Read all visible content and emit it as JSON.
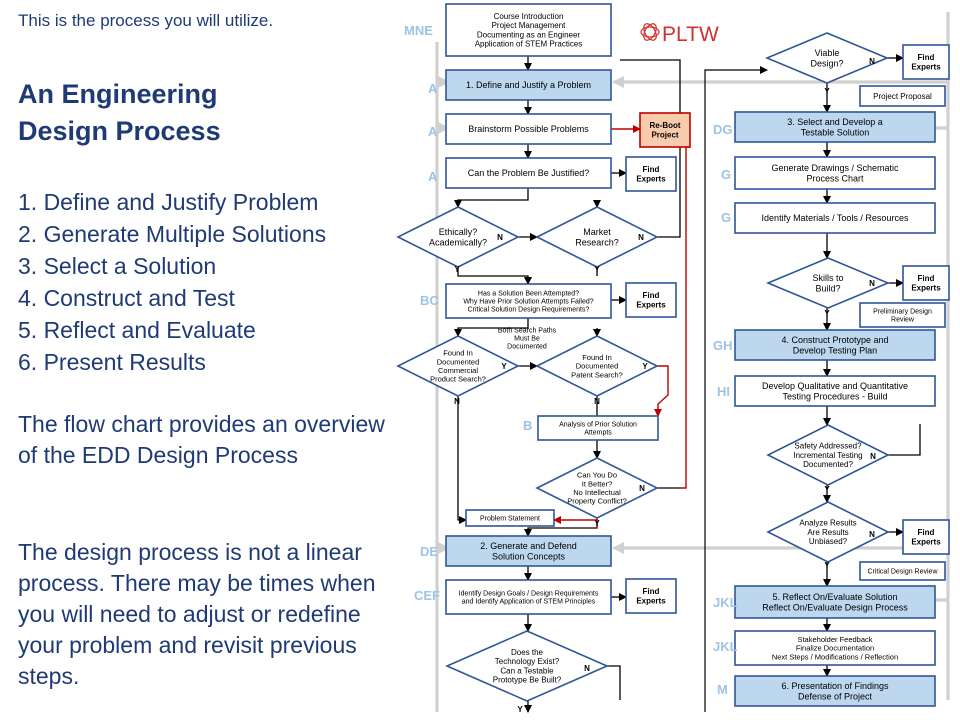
{
  "left_panel": {
    "intro": "This is the process you will utilize.",
    "title_line1": "An Engineering",
    "title_line2": "Design Process",
    "steps": [
      "1. Define and Justify Problem",
      "2. Generate Multiple Solutions",
      "3. Select a Solution",
      "4. Construct and Test",
      "5. Reflect and Evaluate",
      "6. Present Results"
    ],
    "paragraph1": "The flow chart provides an overview of the EDD Design Process",
    "paragraph2": "The design process is not a linear process. There may be times when you will need to adjust or redefine your problem and revisit previous steps."
  },
  "logo": {
    "text": "PLTW",
    "brand_color": "#d32f2f"
  },
  "flowchart": {
    "colors": {
      "box_fill": "#ffffff",
      "box_stroke": "#2f5597",
      "step_fill": "#bdd7ee",
      "reboot_fill": "#f8cbad",
      "reboot_stroke": "#c00000",
      "arrow": "#000000",
      "loop_arrow": "#c00000",
      "feedback": "#d0d0d0",
      "letter": "#9dc3e6"
    },
    "left_letters": [
      "MNE",
      "A",
      "A",
      "A",
      "BC",
      "B",
      "DE",
      "CEF"
    ],
    "right_letters": [
      "DG",
      "G",
      "G",
      "GH",
      "HI",
      "JKL",
      "JKL",
      "M"
    ],
    "yes": "Y",
    "no": "N",
    "course_intro": [
      "Course Introduction",
      "Project Management",
      "Documenting as an Engineer",
      "Application of STEM Practices"
    ],
    "define": "1. Define and Justify a Problem",
    "brainstorm": "Brainstorm Possible Problems",
    "reboot": [
      "Re-Boot",
      "Project"
    ],
    "justified": "Can the Problem Be Justified?",
    "find_experts": [
      "Find",
      "Experts"
    ],
    "ethically": [
      "Ethically?",
      "Academically?"
    ],
    "market": [
      "Market",
      "Research?"
    ],
    "attempted": [
      "Has a Solution Been Attempted?",
      "Why Have Prior Solution Attempts Failed?",
      "Critical Solution Design Requirements?"
    ],
    "both_paths": [
      "Both Search Paths",
      "Must Be",
      "Documented"
    ],
    "product_search": [
      "Found In",
      "Documented",
      "Commercial",
      "Product Search?"
    ],
    "patent_search": [
      "Found In",
      "Documented",
      "Patent Search?"
    ],
    "analysis": [
      "Analysis of Prior Solution",
      "Attempts"
    ],
    "better": [
      "Can You Do",
      "It Better?",
      "No Intellectual",
      "Property Conflict?"
    ],
    "problem_statement": "Problem Statement",
    "generate": [
      "2. Generate and Defend",
      "Solution Concepts"
    ],
    "goals": [
      "Identify Design Goals / Design Requirements",
      "and Identify Application of STEM Principles"
    ],
    "tech_exist": [
      "Does the",
      "Technology Exist?",
      "Can a Testable",
      "Prototype Be Built?"
    ],
    "viable": [
      "Viable",
      "Design?"
    ],
    "project_proposal": "Project Proposal",
    "select": [
      "3. Select and Develop a",
      "Testable Solution"
    ],
    "drawings": [
      "Generate Drawings / Schematic",
      "Process Chart"
    ],
    "materials": "Identify Materials / Tools / Resources",
    "skills": [
      "Skills to",
      "Build?"
    ],
    "prelim_review": [
      "Preliminary Design",
      "Review"
    ],
    "construct": [
      "4. Construct Prototype and",
      "Develop Testing Plan"
    ],
    "procedures": [
      "Develop Qualitative and Quantitative",
      "Testing Procedures - Build"
    ],
    "safety": [
      "Safety Addressed?",
      "Incremental Testing",
      "Documented?"
    ],
    "analyze": [
      "Analyze Results",
      "Are Results",
      "Unbiased?"
    ],
    "critical_review": "Critical Design Review",
    "reflect": [
      "5. Reflect On/Evaluate Solution",
      "Reflect On/Evaluate Design Process"
    ],
    "stakeholder": [
      "Stakeholder Feedback",
      "Finalize Documentation",
      "Next Steps / Modifications / Reflection"
    ],
    "present": [
      "6. Presentation of Findings",
      "Defense of Project"
    ]
  }
}
